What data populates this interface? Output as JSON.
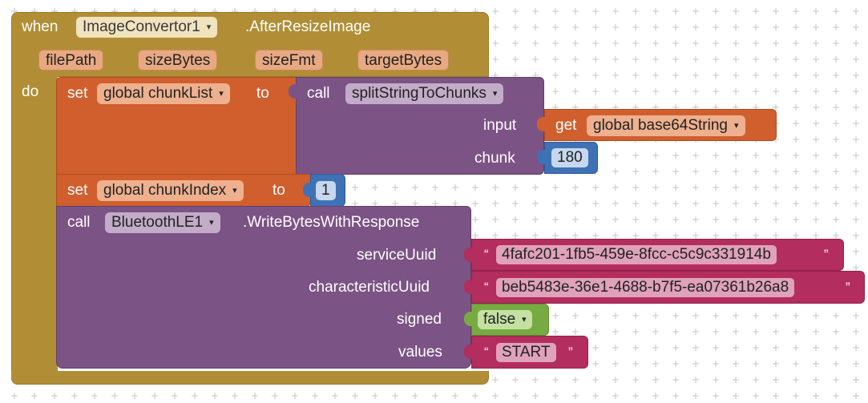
{
  "event": {
    "when_label": "when",
    "component": "ImageConvertor1",
    "event_name": ".AfterResizeImage",
    "params": [
      "filePath",
      "sizeBytes",
      "sizeFmt",
      "targetBytes"
    ],
    "do_label": "do"
  },
  "set_chunklist": {
    "set_label": "set",
    "variable": "global chunkList",
    "to_label": "to"
  },
  "call_split": {
    "call_label": "call",
    "procedure": "splitStringToChunks",
    "arg_input_label": "input",
    "arg_chunk_label": "chunk",
    "get_label": "get",
    "get_variable": "global base64String",
    "chunk_value": "180"
  },
  "set_chunkindex": {
    "set_label": "set",
    "variable": "global chunkIndex",
    "to_label": "to",
    "value": "1"
  },
  "call_write": {
    "call_label": "call",
    "component": "BluetoothLE1",
    "method": ".WriteBytesWithResponse",
    "service_label": "serviceUuid",
    "service_value": "4fafc201-1fb5-459e-8fcc-c5c9c331914b",
    "char_label": "characteristicUuid",
    "char_value": "beb5483e-36e1-4688-b7f5-ea07361b26a8",
    "signed_label": "signed",
    "signed_value": "false",
    "values_label": "values",
    "values_value": "START"
  },
  "quote_open": "“",
  "quote_close": "”",
  "dropdown_arrow": "▾",
  "colors": {
    "event": "#b18e35",
    "variable": "#d05f2d",
    "procedure": "#7c5385",
    "math": "#3f71b5",
    "text": "#b32d5e",
    "logic": "#77ab41",
    "grid": "#c4c4c4"
  }
}
